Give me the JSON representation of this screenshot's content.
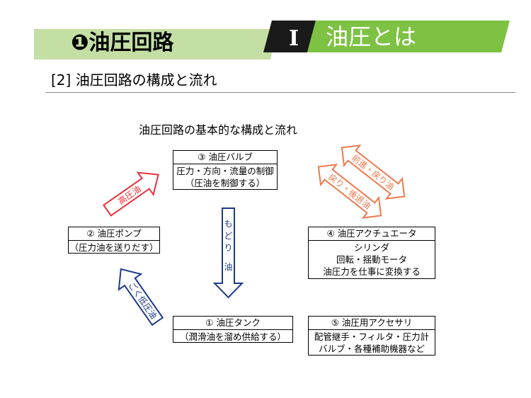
{
  "header": {
    "left_title": "❶油圧回路",
    "roman": "Ⅰ",
    "right_title": "油圧とは"
  },
  "section_title": "[2]  油圧回路の構成と流れ",
  "diagram": {
    "title": "油圧回路の基本的な構成と流れ",
    "boxes": {
      "valve": {
        "head": "③  油圧バルブ",
        "lines": [
          "圧力・方向・流量の制御",
          "（圧油を制御する）"
        ]
      },
      "pump": {
        "head": "②  油圧ポンプ",
        "lines": [
          "（圧力油を送りだす）"
        ]
      },
      "actuator": {
        "head": "④  油圧アクチュエータ",
        "lines": [
          "シリンダ",
          "回転・揺動モータ",
          "油圧力を仕事に変換する"
        ]
      },
      "tank": {
        "head": "①  油圧タンク",
        "lines": [
          "（潤滑油を溜め供給する）"
        ]
      },
      "accessory": {
        "head": "⑤  油圧用アクセサリ",
        "lines": [
          "配管継手・フィルタ・圧力計",
          "バルブ・各種補助機器など"
        ]
      }
    },
    "arrows": {
      "high_pressure": "高圧油",
      "return": "もどり油",
      "low_pressure": "ごく低圧油",
      "forward_return": "前進・戻り油",
      "return_backward": "戻り・後退油"
    },
    "colors": {
      "banner_green": "#7dc242",
      "banner_light": "#c4dfa4",
      "banner_black": "#1a1a1a",
      "red_arrow": "#e8303a",
      "orange_arrow": "#f07a4e",
      "navy_arrow": "#1f3a8c"
    }
  }
}
